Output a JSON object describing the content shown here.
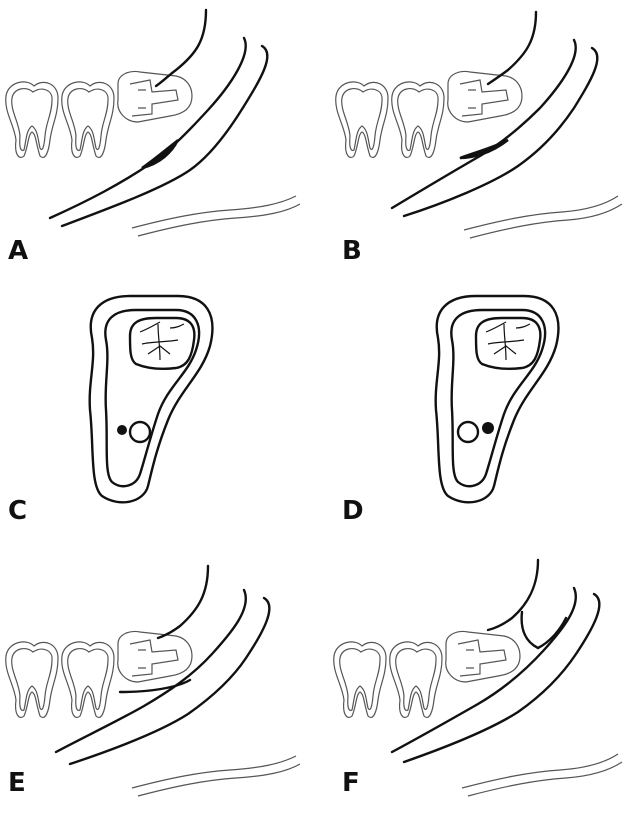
{
  "figure": {
    "panels": [
      {
        "id": "a",
        "label": "A"
      },
      {
        "id": "b",
        "label": "B"
      },
      {
        "id": "c",
        "label": "C"
      },
      {
        "id": "d",
        "label": "D"
      },
      {
        "id": "e",
        "label": "E"
      },
      {
        "id": "f",
        "label": "F"
      }
    ]
  },
  "colors": {
    "ink": "#111111",
    "tooth_outline": "#555555",
    "background": "#ffffff"
  }
}
